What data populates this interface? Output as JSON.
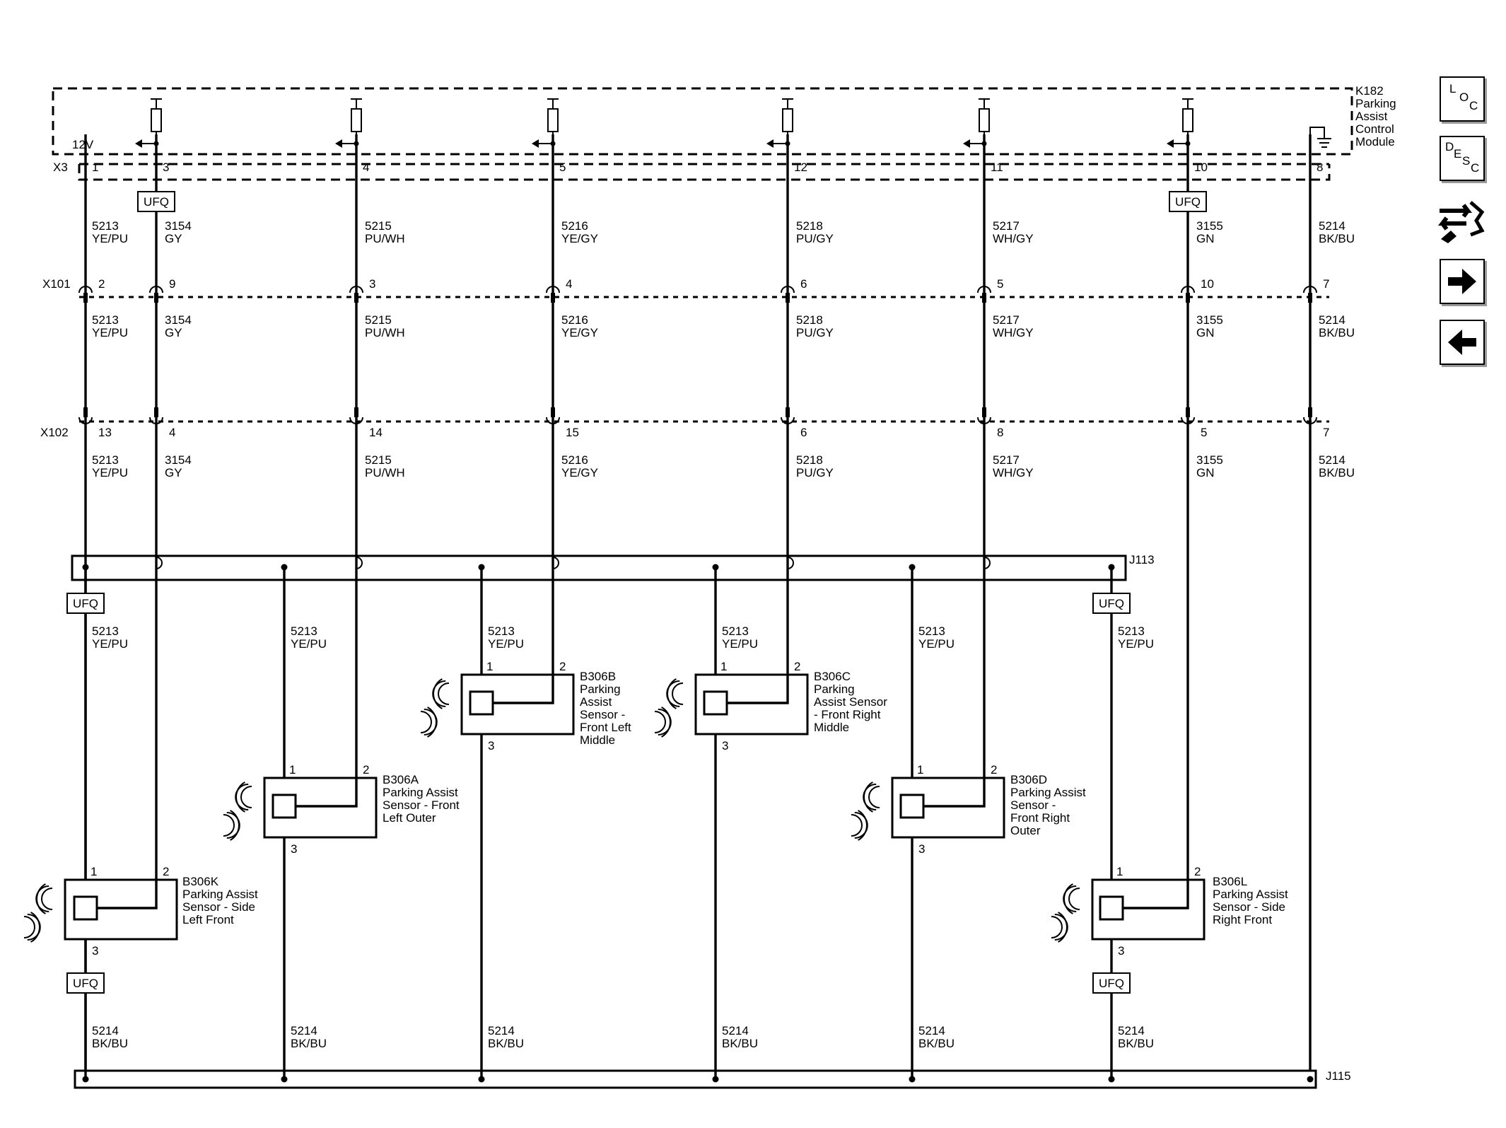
{
  "module": {
    "id": "K182",
    "name_lines": [
      "Parking",
      "Assist",
      "Control",
      "Module"
    ],
    "supply": "12V",
    "connector": "X3"
  },
  "connector_rows": [
    {
      "id": "X101",
      "pins": [
        "2",
        "9",
        "3",
        "4",
        "6",
        "5",
        "10",
        "7"
      ]
    },
    {
      "id": "X102",
      "pins": [
        "13",
        "4",
        "14",
        "15",
        "6",
        "8",
        "5",
        "7"
      ]
    }
  ],
  "x3_pins": [
    "1",
    "3",
    "4",
    "5",
    "12",
    "11",
    "10",
    "8"
  ],
  "wires": [
    {
      "circuit": "5213",
      "color": "YE/PU"
    },
    {
      "circuit": "3154",
      "color": "GY"
    },
    {
      "circuit": "5215",
      "color": "PU/WH"
    },
    {
      "circuit": "5216",
      "color": "YE/GY"
    },
    {
      "circuit": "5218",
      "color": "PU/GY"
    },
    {
      "circuit": "5217",
      "color": "WH/GY"
    },
    {
      "circuit": "3155",
      "color": "GN"
    },
    {
      "circuit": "5214",
      "color": "BK/BU"
    }
  ],
  "ufq_label": "UFQ",
  "splices": {
    "top": "J113",
    "bottom": "J115"
  },
  "supply_wire": {
    "circuit": "5213",
    "color": "YE/PU"
  },
  "ground_wire": {
    "circuit": "5214",
    "color": "BK/BU"
  },
  "sensors": [
    {
      "id": "B306K",
      "name_lines": [
        "Parking Assist",
        "Sensor - Side",
        "Left Front"
      ],
      "pins": [
        "1",
        "2",
        "3"
      ]
    },
    {
      "id": "B306A",
      "name_lines": [
        "Parking Assist",
        "Sensor - Front",
        "Left Outer"
      ],
      "pins": [
        "1",
        "2",
        "3"
      ]
    },
    {
      "id": "B306B",
      "name_lines": [
        "Parking",
        "Assist",
        "Sensor -",
        "Front Left",
        "Middle"
      ],
      "pins": [
        "1",
        "2",
        "3"
      ]
    },
    {
      "id": "B306C",
      "name_lines": [
        "Parking",
        "Assist Sensor",
        "- Front Right",
        "Middle"
      ],
      "pins": [
        "1",
        "2",
        "3"
      ]
    },
    {
      "id": "B306D",
      "name_lines": [
        "Parking Assist",
        "Sensor -",
        "Front Right",
        "Outer"
      ],
      "pins": [
        "1",
        "2",
        "3"
      ]
    },
    {
      "id": "B306L",
      "name_lines": [
        "Parking Assist",
        "Sensor - Side",
        "Right Front"
      ],
      "pins": [
        "1",
        "2",
        "3"
      ]
    }
  ],
  "nav": {
    "loc": [
      "L",
      "O",
      "C"
    ],
    "desc": [
      "D",
      "E",
      "S",
      "C"
    ],
    "icons": [
      "schematic-link-icon",
      "arrow-right-icon",
      "arrow-left-icon"
    ]
  }
}
